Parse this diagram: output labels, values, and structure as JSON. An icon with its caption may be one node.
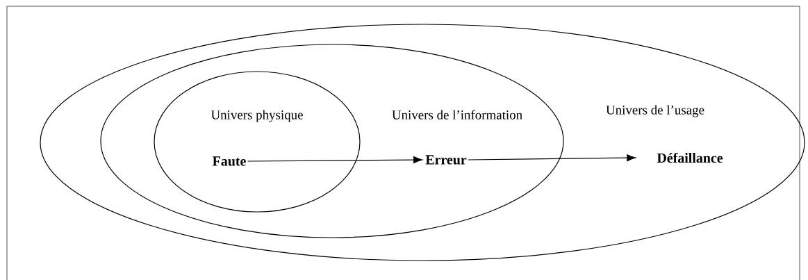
{
  "diagram": {
    "nodes": [
      {
        "text": [
          "Univers de l’usage"
        ]
      },
      {
        "text": [
          "Univers de l’information"
        ],
        "in": 0
      },
      {
        "text": [
          "Univers physique"
        ],
        "in": 1
      },
      {
        "text": [
          "Faute"
        ],
        "in": 2
      },
      {
        "text": [
          "Erreur"
        ],
        "in": 1
      },
      {
        "text": [
          "Défaillance"
        ],
        "in": 0
      }
    ],
    "edges": [
      {
        "from": 3,
        "to": 4,
        "arrow": "to"
      },
      {
        "from": 4,
        "to": 5,
        "arrow": "to"
      }
    ]
  }
}
